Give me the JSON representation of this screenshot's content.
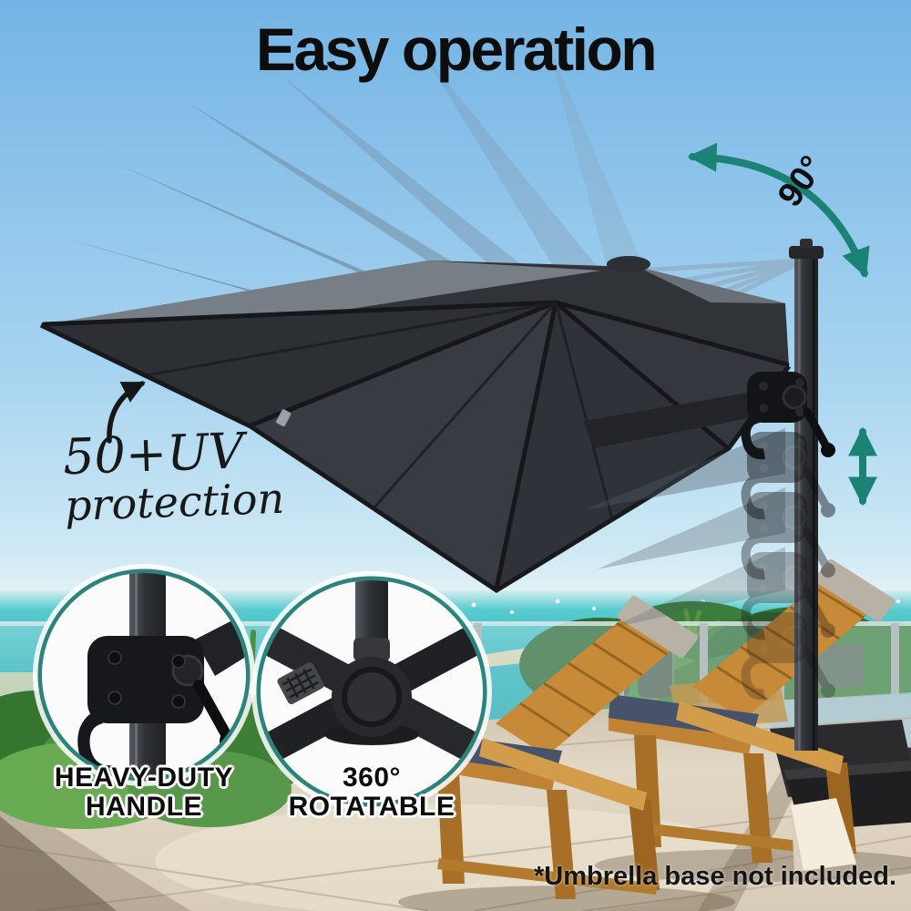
{
  "header": {
    "title": "Easy operation"
  },
  "annotations": {
    "rotation_angle_label": "90°",
    "uv_label_line1": "50+UV",
    "uv_label_line2": "protection",
    "rotation_icon": "curved-double-ended-arrow",
    "height_adjust_icon": "vertical-double-arrow",
    "uv_pointer_icon": "hand-drawn-curved-arrow"
  },
  "insets": [
    {
      "caption_line1": "HEAVY-DUTY",
      "caption_line2": "HANDLE",
      "subject": "crank-handle-close-up"
    },
    {
      "caption_line1": "360°",
      "caption_line2": "ROTATABLE",
      "subject": "rotating-base-close-up"
    }
  ],
  "footer": {
    "disclaimer": "*Umbrella base not included."
  },
  "colors": {
    "accent_teal": "#1B8375",
    "text_black": "#111111",
    "canopy_grey": "#33363B",
    "sky_blue": "#7CB9E6",
    "sea_teal": "#2BB3BA"
  }
}
